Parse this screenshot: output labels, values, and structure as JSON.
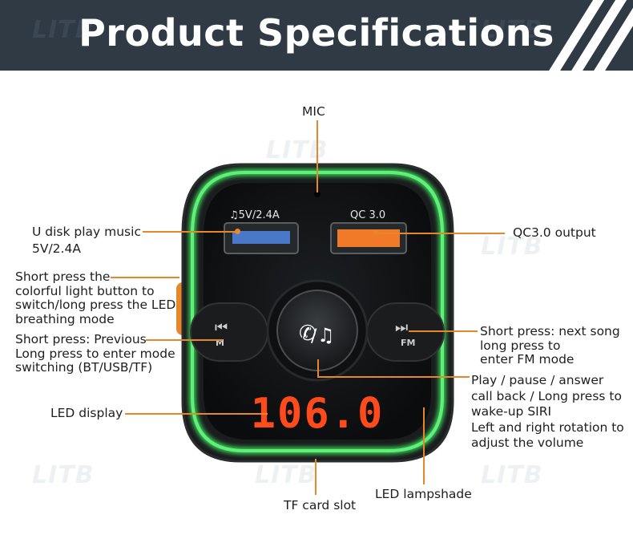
{
  "header": {
    "title": "Product Specifications",
    "watermark": "LITB"
  },
  "device": {
    "usb_label": "♫5V/2.4A",
    "qc_label": "QC 3.0",
    "center_icon": "♫",
    "left_button_label": "M",
    "right_button_label": "FM",
    "display_value": "106.0"
  },
  "callouts": {
    "mic": "MIC",
    "u_disk": "U disk play music\n5V/2.4A",
    "qc_output": "QC3.0 output",
    "light_button": "Short press the\ncolorful light button to\nswitch/long press the LED\nbreathing mode",
    "previous": "Short press: Previous\nLong press to enter mode\nswitching (BT/USB/TF)",
    "next": "Short press: next song\nlong press to\nenter FM mode",
    "play": "Play / pause / answer\ncall back / Long press to\nwake-up SIRI\nLeft and right rotation to\nadjust the volume",
    "led_display": "LED display",
    "tf_slot": "TF card slot",
    "lampshade": "LED lampshade"
  },
  "colors": {
    "header_bg": "#2f3a45",
    "accent": "#e8862a",
    "led_ring": "#3ddc5a",
    "display_digits": "#ff4a1c",
    "device_body": "#121416"
  }
}
